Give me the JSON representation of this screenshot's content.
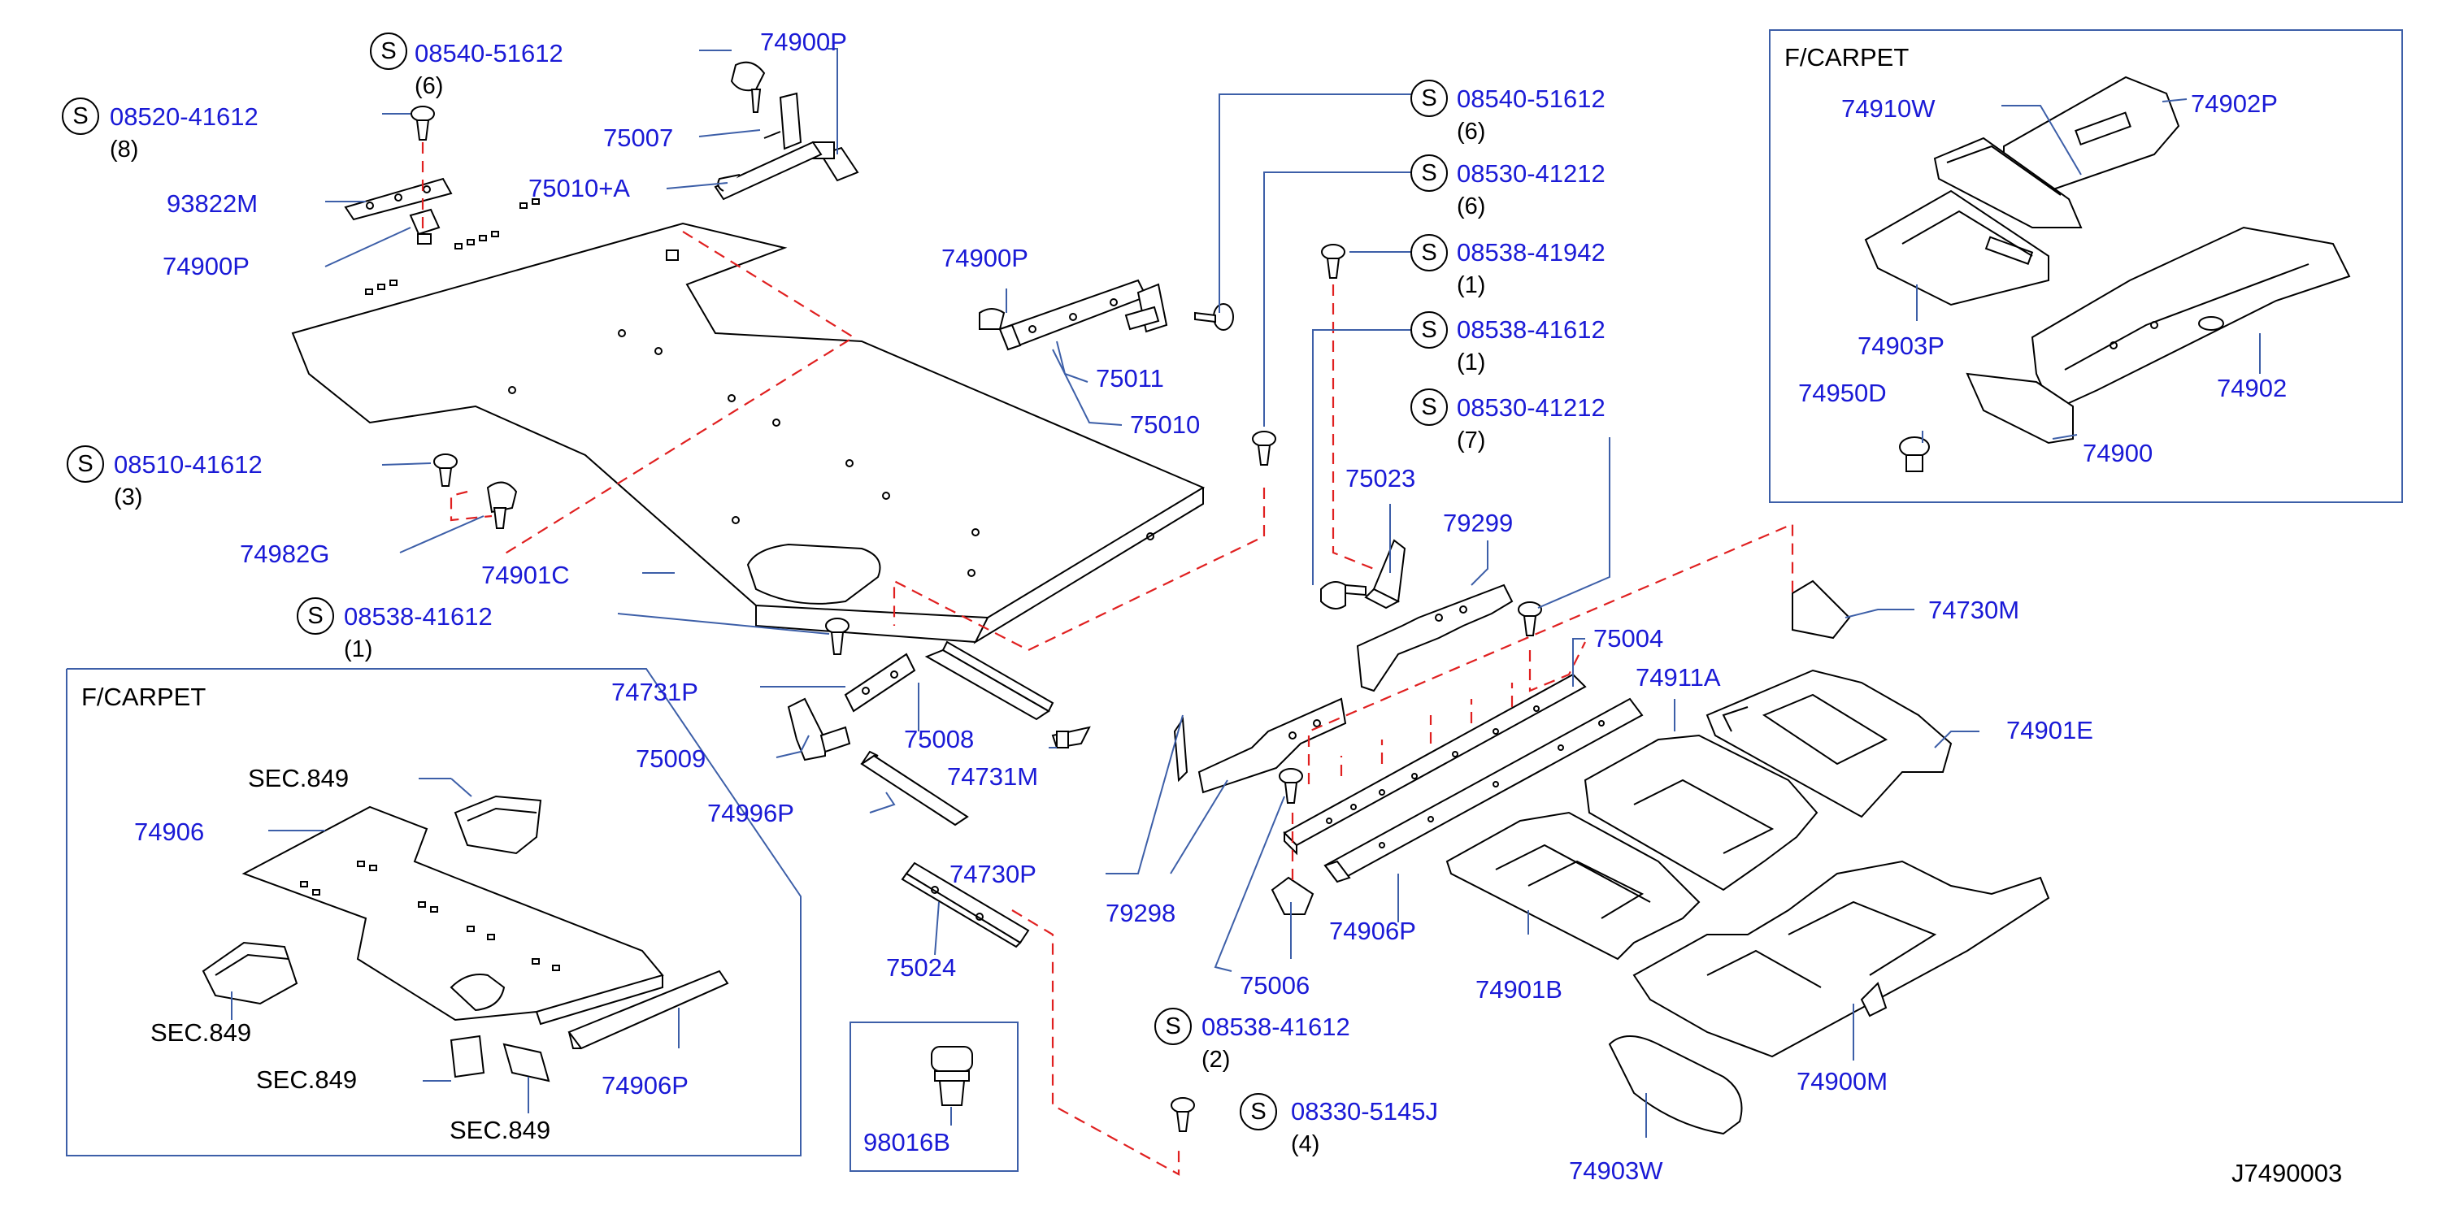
{
  "parts": [
    {
      "id": "p-08540-51612-a",
      "code": "08540-51612",
      "s": true,
      "qty": "(6)"
    },
    {
      "id": "p-74900P-a",
      "code": "74900P"
    },
    {
      "id": "p-08520-41612",
      "code": "08520-41612",
      "s": true,
      "qty": "(8)"
    },
    {
      "id": "p-75007",
      "code": "75007"
    },
    {
      "id": "p-75010A",
      "code": "75010+A"
    },
    {
      "id": "p-93822M",
      "code": "93822M"
    },
    {
      "id": "p-74900P-b",
      "code": "74900P"
    },
    {
      "id": "p-08540-51612-b",
      "code": "08540-51612",
      "s": true,
      "qty": "(6)"
    },
    {
      "id": "p-08530-41212-a",
      "code": "08530-41212",
      "s": true,
      "qty": "(6)"
    },
    {
      "id": "p-08538-41942",
      "code": "08538-41942",
      "s": true,
      "qty": "(1)"
    },
    {
      "id": "p-08538-41612-a",
      "code": "08538-41612",
      "s": true,
      "qty": "(1)"
    },
    {
      "id": "p-08530-41212-b",
      "code": "08530-41212",
      "s": true,
      "qty": "(7)"
    },
    {
      "id": "p-74900P-c",
      "code": "74900P"
    },
    {
      "id": "p-75011",
      "code": "75011"
    },
    {
      "id": "p-75010",
      "code": "75010"
    },
    {
      "id": "p-08510-41612",
      "code": "08510-41612",
      "s": true,
      "qty": "(3)"
    },
    {
      "id": "p-74982G",
      "code": "74982G"
    },
    {
      "id": "p-74901C",
      "code": "74901C"
    },
    {
      "id": "p-75023",
      "code": "75023"
    },
    {
      "id": "p-79299",
      "code": "79299"
    },
    {
      "id": "p-08538-41612-b",
      "code": "08538-41612",
      "s": true,
      "qty": "(1)"
    },
    {
      "id": "p-74731P",
      "code": "74731P"
    },
    {
      "id": "p-75009",
      "code": "75009"
    },
    {
      "id": "p-75008",
      "code": "75008"
    },
    {
      "id": "p-74731M",
      "code": "74731M"
    },
    {
      "id": "p-74996P",
      "code": "74996P"
    },
    {
      "id": "p-74730P",
      "code": "74730P"
    },
    {
      "id": "p-75024",
      "code": "75024"
    },
    {
      "id": "p-79298",
      "code": "79298"
    },
    {
      "id": "p-75004",
      "code": "75004"
    },
    {
      "id": "p-74911A",
      "code": "74911A"
    },
    {
      "id": "p-74730M",
      "code": "74730M"
    },
    {
      "id": "p-74901E",
      "code": "74901E"
    },
    {
      "id": "p-74906P-a",
      "code": "74906P"
    },
    {
      "id": "p-75006",
      "code": "75006"
    },
    {
      "id": "p-74901B",
      "code": "74901B"
    },
    {
      "id": "p-08538-41612-c",
      "code": "08538-41612",
      "s": true,
      "qty": "(2)"
    },
    {
      "id": "p-74900M",
      "code": "74900M"
    },
    {
      "id": "p-08330-5145J",
      "code": "08330-5145J",
      "s": true,
      "qty": "(4)"
    },
    {
      "id": "p-74903W",
      "code": "74903W"
    },
    {
      "id": "p-98016B",
      "code": "98016B"
    }
  ],
  "inset_left": {
    "title": "F/CARPET",
    "labels": [
      {
        "id": "l-sec-1",
        "text": "SEC.849",
        "blue": false
      },
      {
        "id": "l-74906",
        "text": "74906",
        "blue": true
      },
      {
        "id": "l-sec-2",
        "text": "SEC.849",
        "blue": false
      },
      {
        "id": "l-sec-3",
        "text": "SEC.849",
        "blue": false
      },
      {
        "id": "l-74906P",
        "text": "74906P",
        "blue": true
      },
      {
        "id": "l-sec-4",
        "text": "SEC.849",
        "blue": false
      }
    ]
  },
  "inset_right": {
    "title": "F/CARPET",
    "labels": [
      {
        "id": "r-74910W",
        "text": "74910W"
      },
      {
        "id": "r-74902P",
        "text": "74902P"
      },
      {
        "id": "r-74903P",
        "text": "74903P"
      },
      {
        "id": "r-74902",
        "text": "74902"
      },
      {
        "id": "r-74950D",
        "text": "74950D"
      },
      {
        "id": "r-74900",
        "text": "74900"
      }
    ]
  },
  "drawing_number": "J7490003",
  "colors": {
    "part_number": "#1a1ad6",
    "leader": "#3d5fa8",
    "assembly_dash": "#e02020",
    "outline": "#000000"
  }
}
